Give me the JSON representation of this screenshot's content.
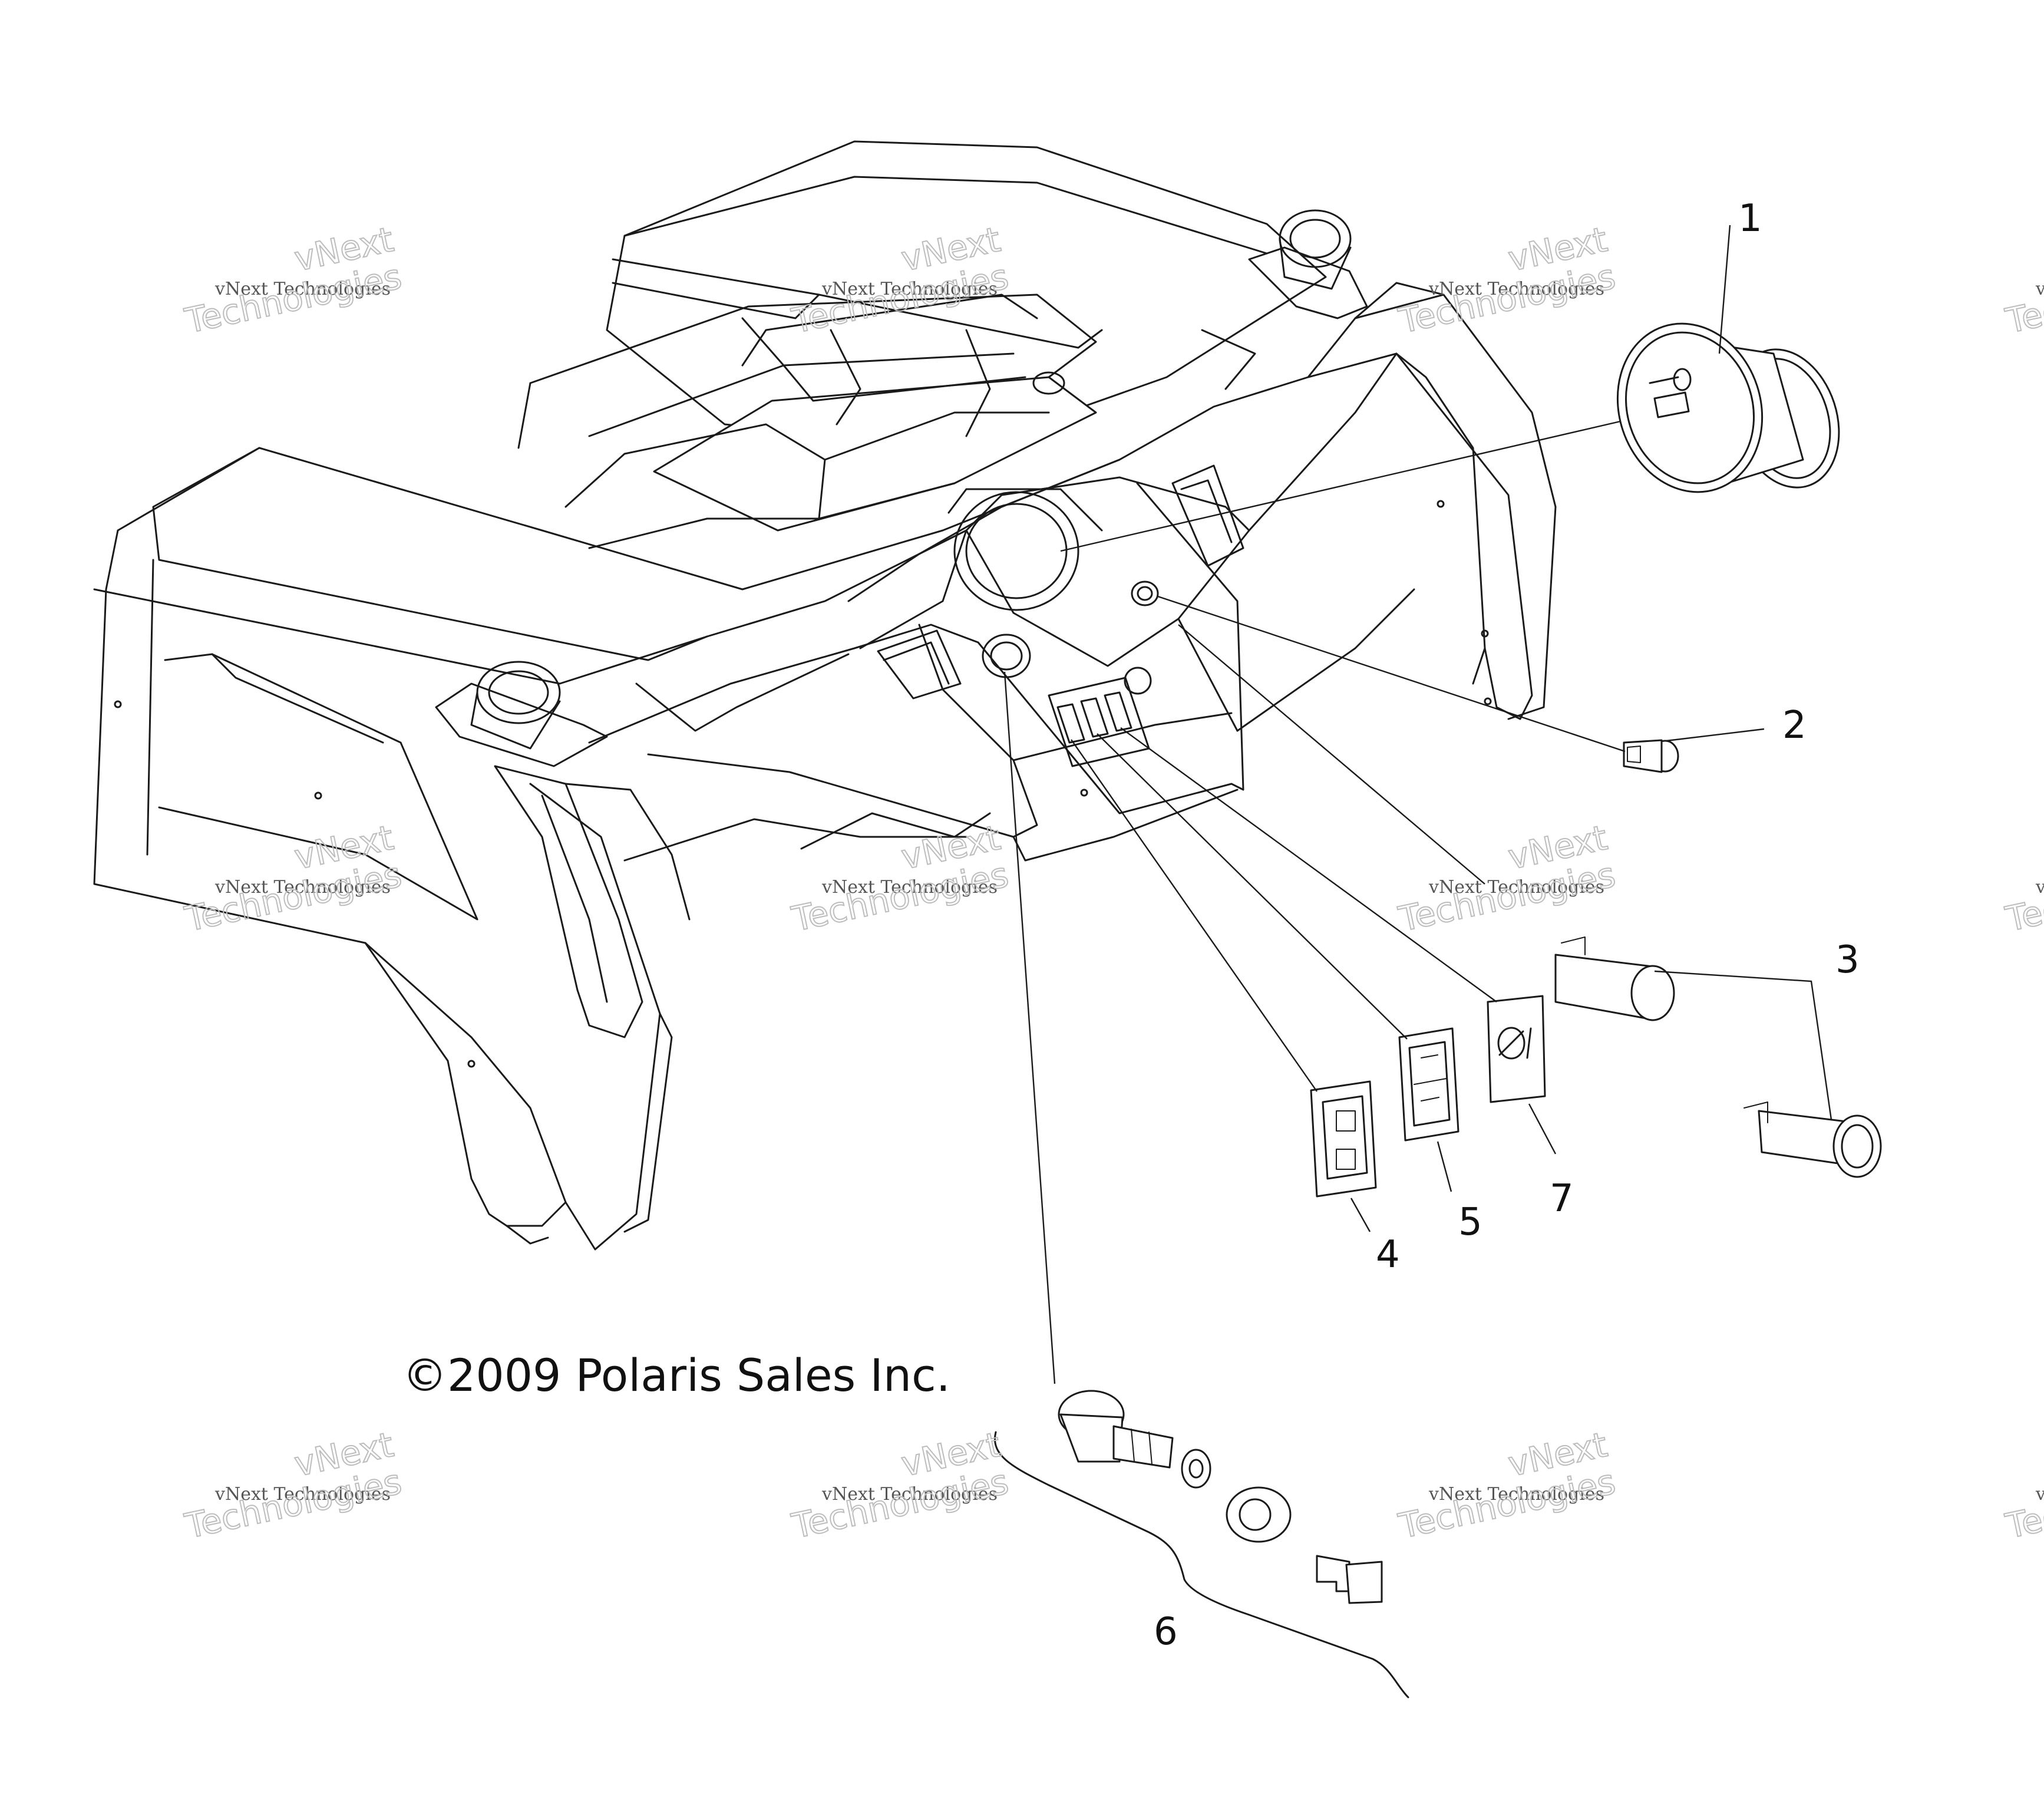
{
  "callouts": [
    {
      "id": "1",
      "label": "1"
    },
    {
      "id": "2",
      "label": "2"
    },
    {
      "id": "3",
      "label": "3"
    },
    {
      "id": "4",
      "label": "4"
    },
    {
      "id": "5",
      "label": "5"
    },
    {
      "id": "6",
      "label": "6"
    },
    {
      "id": "7",
      "label": "7"
    }
  ],
  "copyright": "©2009 Polaris Sales Inc.",
  "watermark": {
    "line_small": "vNext Technologies",
    "line_big_1": "vNext",
    "line_big_2": "Technologies"
  },
  "colors": {
    "line": "#1a1a1a",
    "watermark_text": "#555555",
    "watermark_outline": "#bdbdbd"
  }
}
